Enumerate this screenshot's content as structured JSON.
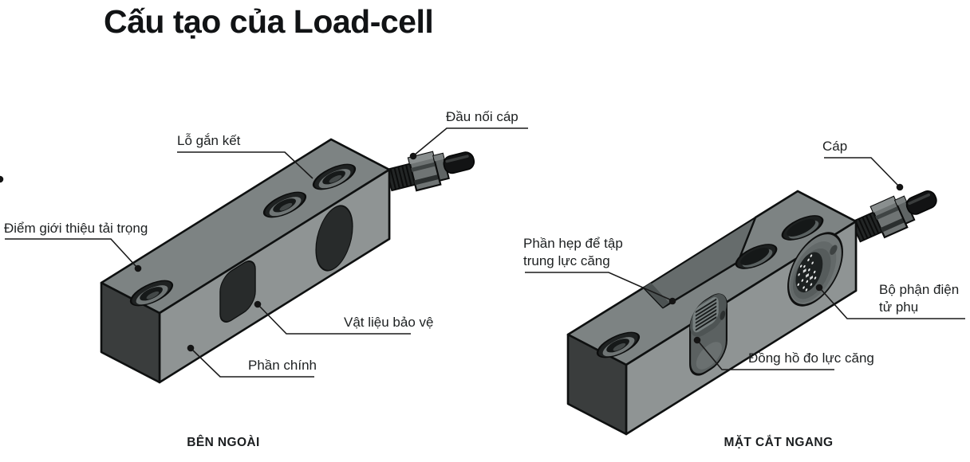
{
  "title": "Cấu tạo của Load-cell",
  "exterior": {
    "caption": "BÊN NGOÀI",
    "labels": {
      "mounting_hole": "Lỗ gắn kết",
      "cable_connector": "Đầu nối cáp",
      "load_point": "Điểm giới thiệu tải trọng",
      "protective_material": "Vật liệu bảo vệ",
      "main_body": "Phần chính"
    }
  },
  "cross_section": {
    "caption": "MẶT CẮT NGANG",
    "labels": {
      "cable": "Cáp",
      "narrow_section": "Phần hẹp để tập trung lực căng",
      "aux_electronics": "Bộ phận điện tử phụ",
      "strain_gauge": "Đồng hồ đo lực căng"
    }
  },
  "colors": {
    "background": "#ffffff",
    "text": "#1d2021",
    "leader_line": "#1a1a1a",
    "face_top": "#7d8383",
    "face_front": "#8f9494",
    "face_end_dark": "#3a3d3d",
    "face_end_light": "#a6abab",
    "cutout_dark": "#282b2b",
    "hardware_black": "#131415",
    "nut_gray": "#6f7474"
  }
}
